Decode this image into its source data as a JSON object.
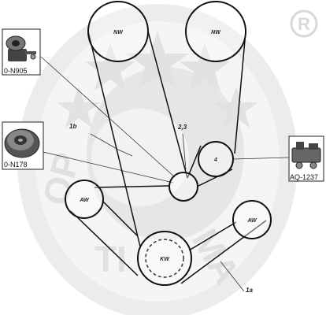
{
  "diagram": {
    "watermark": {
      "brand_icon": "registered-trademark-icon",
      "symbol": "R",
      "color": "#dcdcdc"
    },
    "pulleys": {
      "nw_left": "NW",
      "nw_right": "NW",
      "aw_left": "AW",
      "aw_right": "AW",
      "kw": "KW",
      "tensioner": "4"
    },
    "labels": {
      "one_b": "1b",
      "two_three": "2,3",
      "one_a": "1a"
    },
    "parts": [
      {
        "code": "0-N905",
        "icon": "tensioner-pulley-icon"
      },
      {
        "code": "0-N178",
        "icon": "idler-pulley-icon"
      },
      {
        "code": "AQ-1237",
        "icon": "water-pump-icon"
      }
    ],
    "colors": {
      "belt": "#111111",
      "lines": "#333333",
      "kw_dash": "#333333"
    }
  }
}
